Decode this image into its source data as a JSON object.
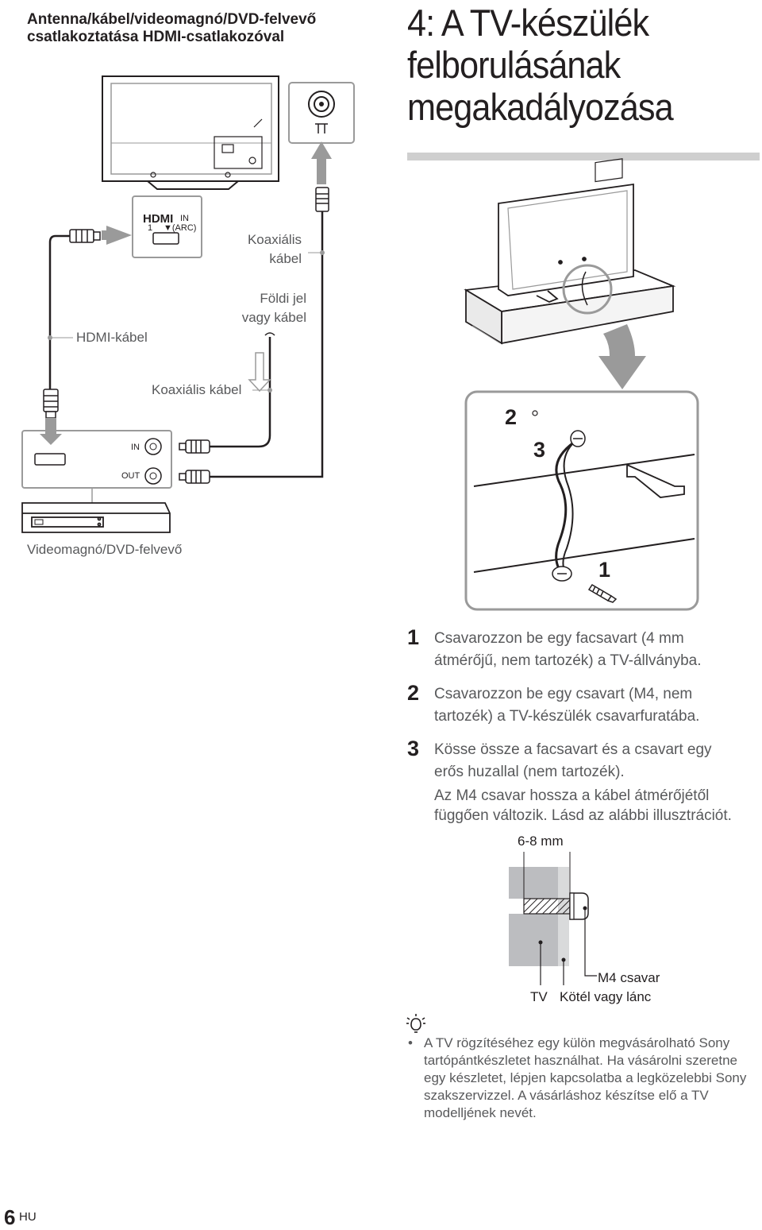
{
  "left_title": "Antenna/kábel/videomagnó/DVD-felvevő csatlakoztatása HDMI-csatlakozóval",
  "right_title": {
    "line1": "4: A TV-készülék",
    "line2": "felborulásának",
    "line3": "megakadályozása"
  },
  "connection_diagram": {
    "hdmi_logo": "HDMI",
    "hdmi_in": "IN",
    "hdmi_port_number": "1",
    "hdmi_arc": "▼(ARC)",
    "coax_label_line1": "Koaxiális",
    "coax_label_line2": "kábel",
    "ground_signal_line1": "Földi jel",
    "ground_signal_line2": "vagy kábel",
    "hdmi_cable_label": "HDMI-kábel",
    "coax_cable_label": "Koaxiális kábel",
    "in_label": "IN",
    "out_label": "OUT",
    "recorder_label": "Videomagnó/DVD-felvevő"
  },
  "anti_tip_diagram": {
    "num1": "1",
    "num2": "2",
    "num3": "3"
  },
  "steps": [
    {
      "num": "1",
      "line1": "Csavarozzon be egy facsavart (4 mm",
      "line2": "átmérőjű, nem tartozék) a TV-állványba."
    },
    {
      "num": "2",
      "line1": "Csavarozzon be egy csavart (M4, nem",
      "line2": "tartozék) a TV-készülék csavarfuratába."
    },
    {
      "num": "3",
      "line1": "Kösse össze a facsavart és a csavart egy",
      "line2": "erős huzallal (nem tartozék)."
    }
  ],
  "step3_note": {
    "line1": "Az M4 csavar hossza a kábel átmérőjétől",
    "line2": "függően változik. Lásd az alábbi illusztrációt."
  },
  "screw_diagram": {
    "dimension": "6-8 mm",
    "screw_label": "M4 csavar",
    "tv_label": "TV",
    "rope_label": "Kötél vagy lánc"
  },
  "tip": {
    "bullet": "•",
    "lines": [
      "A TV rögzítéséhez egy külön megvásárolható Sony",
      "tartópántkészletet használhat. Ha vásárolni szeretne",
      "egy készletet, lépjen kapcsolatba a legközelebbi Sony",
      "szakszervizzel. A vásárláshoz készítse elő a TV",
      "modelljének nevét."
    ]
  },
  "footer": {
    "page_number": "6",
    "language": "HU"
  }
}
